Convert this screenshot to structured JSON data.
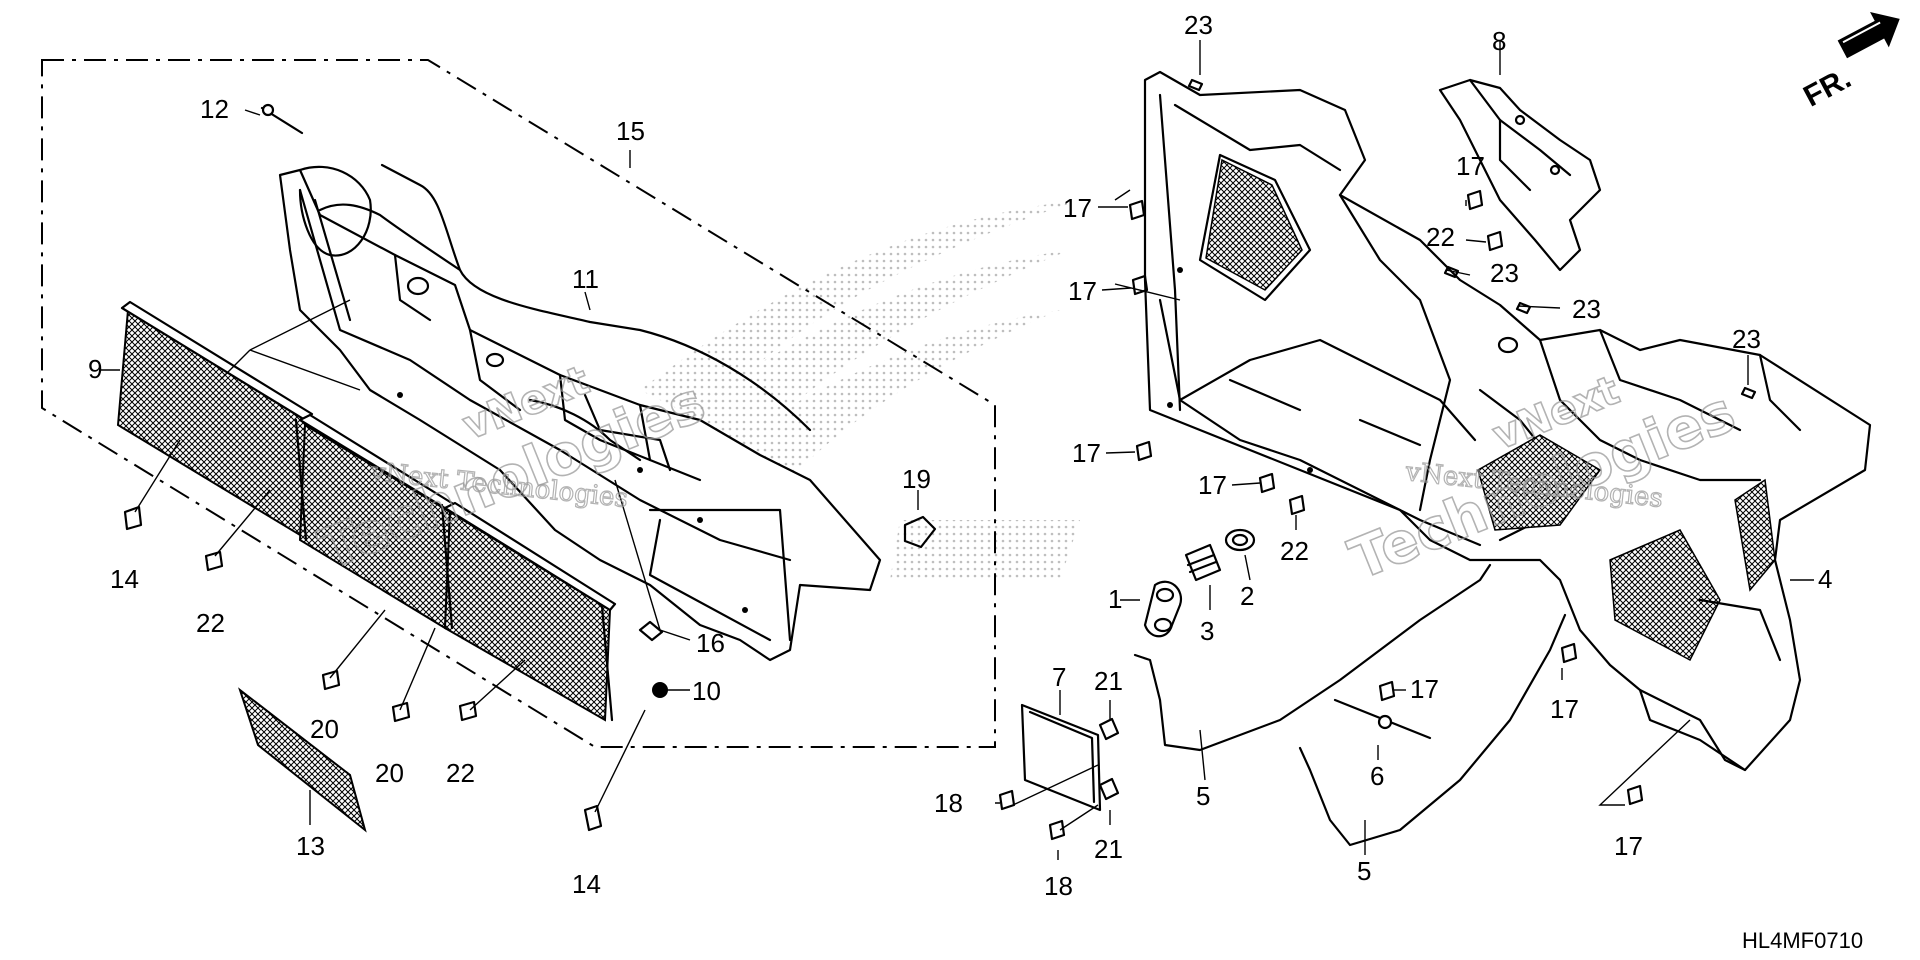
{
  "diagram": {
    "code": "HL4MF0710",
    "direction_label": "FR.",
    "watermark": {
      "line1": "vNext Technologies",
      "line2": "vNext",
      "line3": "Technologies"
    },
    "callouts": {
      "c1": "1",
      "c2": "2",
      "c3": "3",
      "c4": "4",
      "c5a": "5",
      "c5b": "5",
      "c6": "6",
      "c7": "7",
      "c8": "8",
      "c9": "9",
      "c10": "10",
      "c11": "11",
      "c12": "12",
      "c13": "13",
      "c14a": "14",
      "c14b": "14",
      "c15": "15",
      "c16": "16",
      "c17a": "17",
      "c17b": "17",
      "c17c": "17",
      "c17d": "17",
      "c17e": "17",
      "c17f": "17",
      "c17g": "17",
      "c17h": "17",
      "c18a": "18",
      "c18b": "18",
      "c19": "19",
      "c20a": "20",
      "c20b": "20",
      "c21a": "21",
      "c21b": "21",
      "c22a": "22",
      "c22b": "22",
      "c22c": "22",
      "c22d": "22",
      "c23a": "23",
      "c23b": "23",
      "c23c": "23",
      "c23d": "23"
    }
  }
}
